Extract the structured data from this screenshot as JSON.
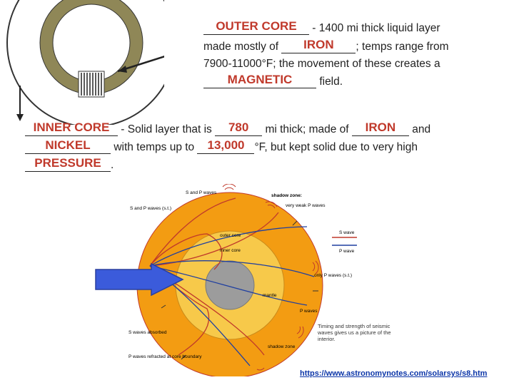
{
  "outer_core": {
    "answer": "OUTER CORE",
    "desc": "1400 mi thick liquid layer",
    "line2_prefix": "made mostly of",
    "metal_answer": "IRON",
    "line2_suffix": "; temps range from",
    "line3": "7900-11000°F; the movement of these creates a",
    "field_answer": "MAGNETIC",
    "field_suffix": "field."
  },
  "inner_core": {
    "answer": "INNER CORE",
    "desc_a": "Solid layer that is",
    "thickness_answer": "780",
    "desc_b": "mi thick; made of",
    "metal1_answer": "IRON",
    "desc_c": "and",
    "metal2_answer": "NICKEL",
    "desc_d": "with temps up to",
    "temp_answer": "13,000",
    "desc_e": "°F, but kept solid due to very high",
    "pressure_answer": "PRESSURE",
    "period": "."
  },
  "diagram": {
    "labels": {
      "s_and_p_top": "S and P waves",
      "s_and_p_left": "S and P waves (s.t.)",
      "shadow_zone": "shadow zone:",
      "very_weak": "very weak P waves",
      "outer_core": "outer core",
      "inner_core": "inner core",
      "only_p": "only P waves (s.t.)",
      "mantle": "mantle",
      "p_waves": "P waves",
      "s_absorbed": "S waves absorbed",
      "refracted": "P waves refracted at core boundary",
      "shadow_bottom": "shadow zone",
      "timing": "Timing and strength of seismic waves gives us a picture of the interior."
    },
    "legend": {
      "s_wave": "S wave",
      "p_wave": "P wave"
    },
    "colors": {
      "s_wave": "#c0392b",
      "p_wave": "#1f3fa0",
      "arrow": "#3b5bdb",
      "mantle": "#f39c12",
      "outer": "#f7c94a"
    }
  },
  "source_link": "https://www.astronomynotes.com/solarsys/s8.htm"
}
